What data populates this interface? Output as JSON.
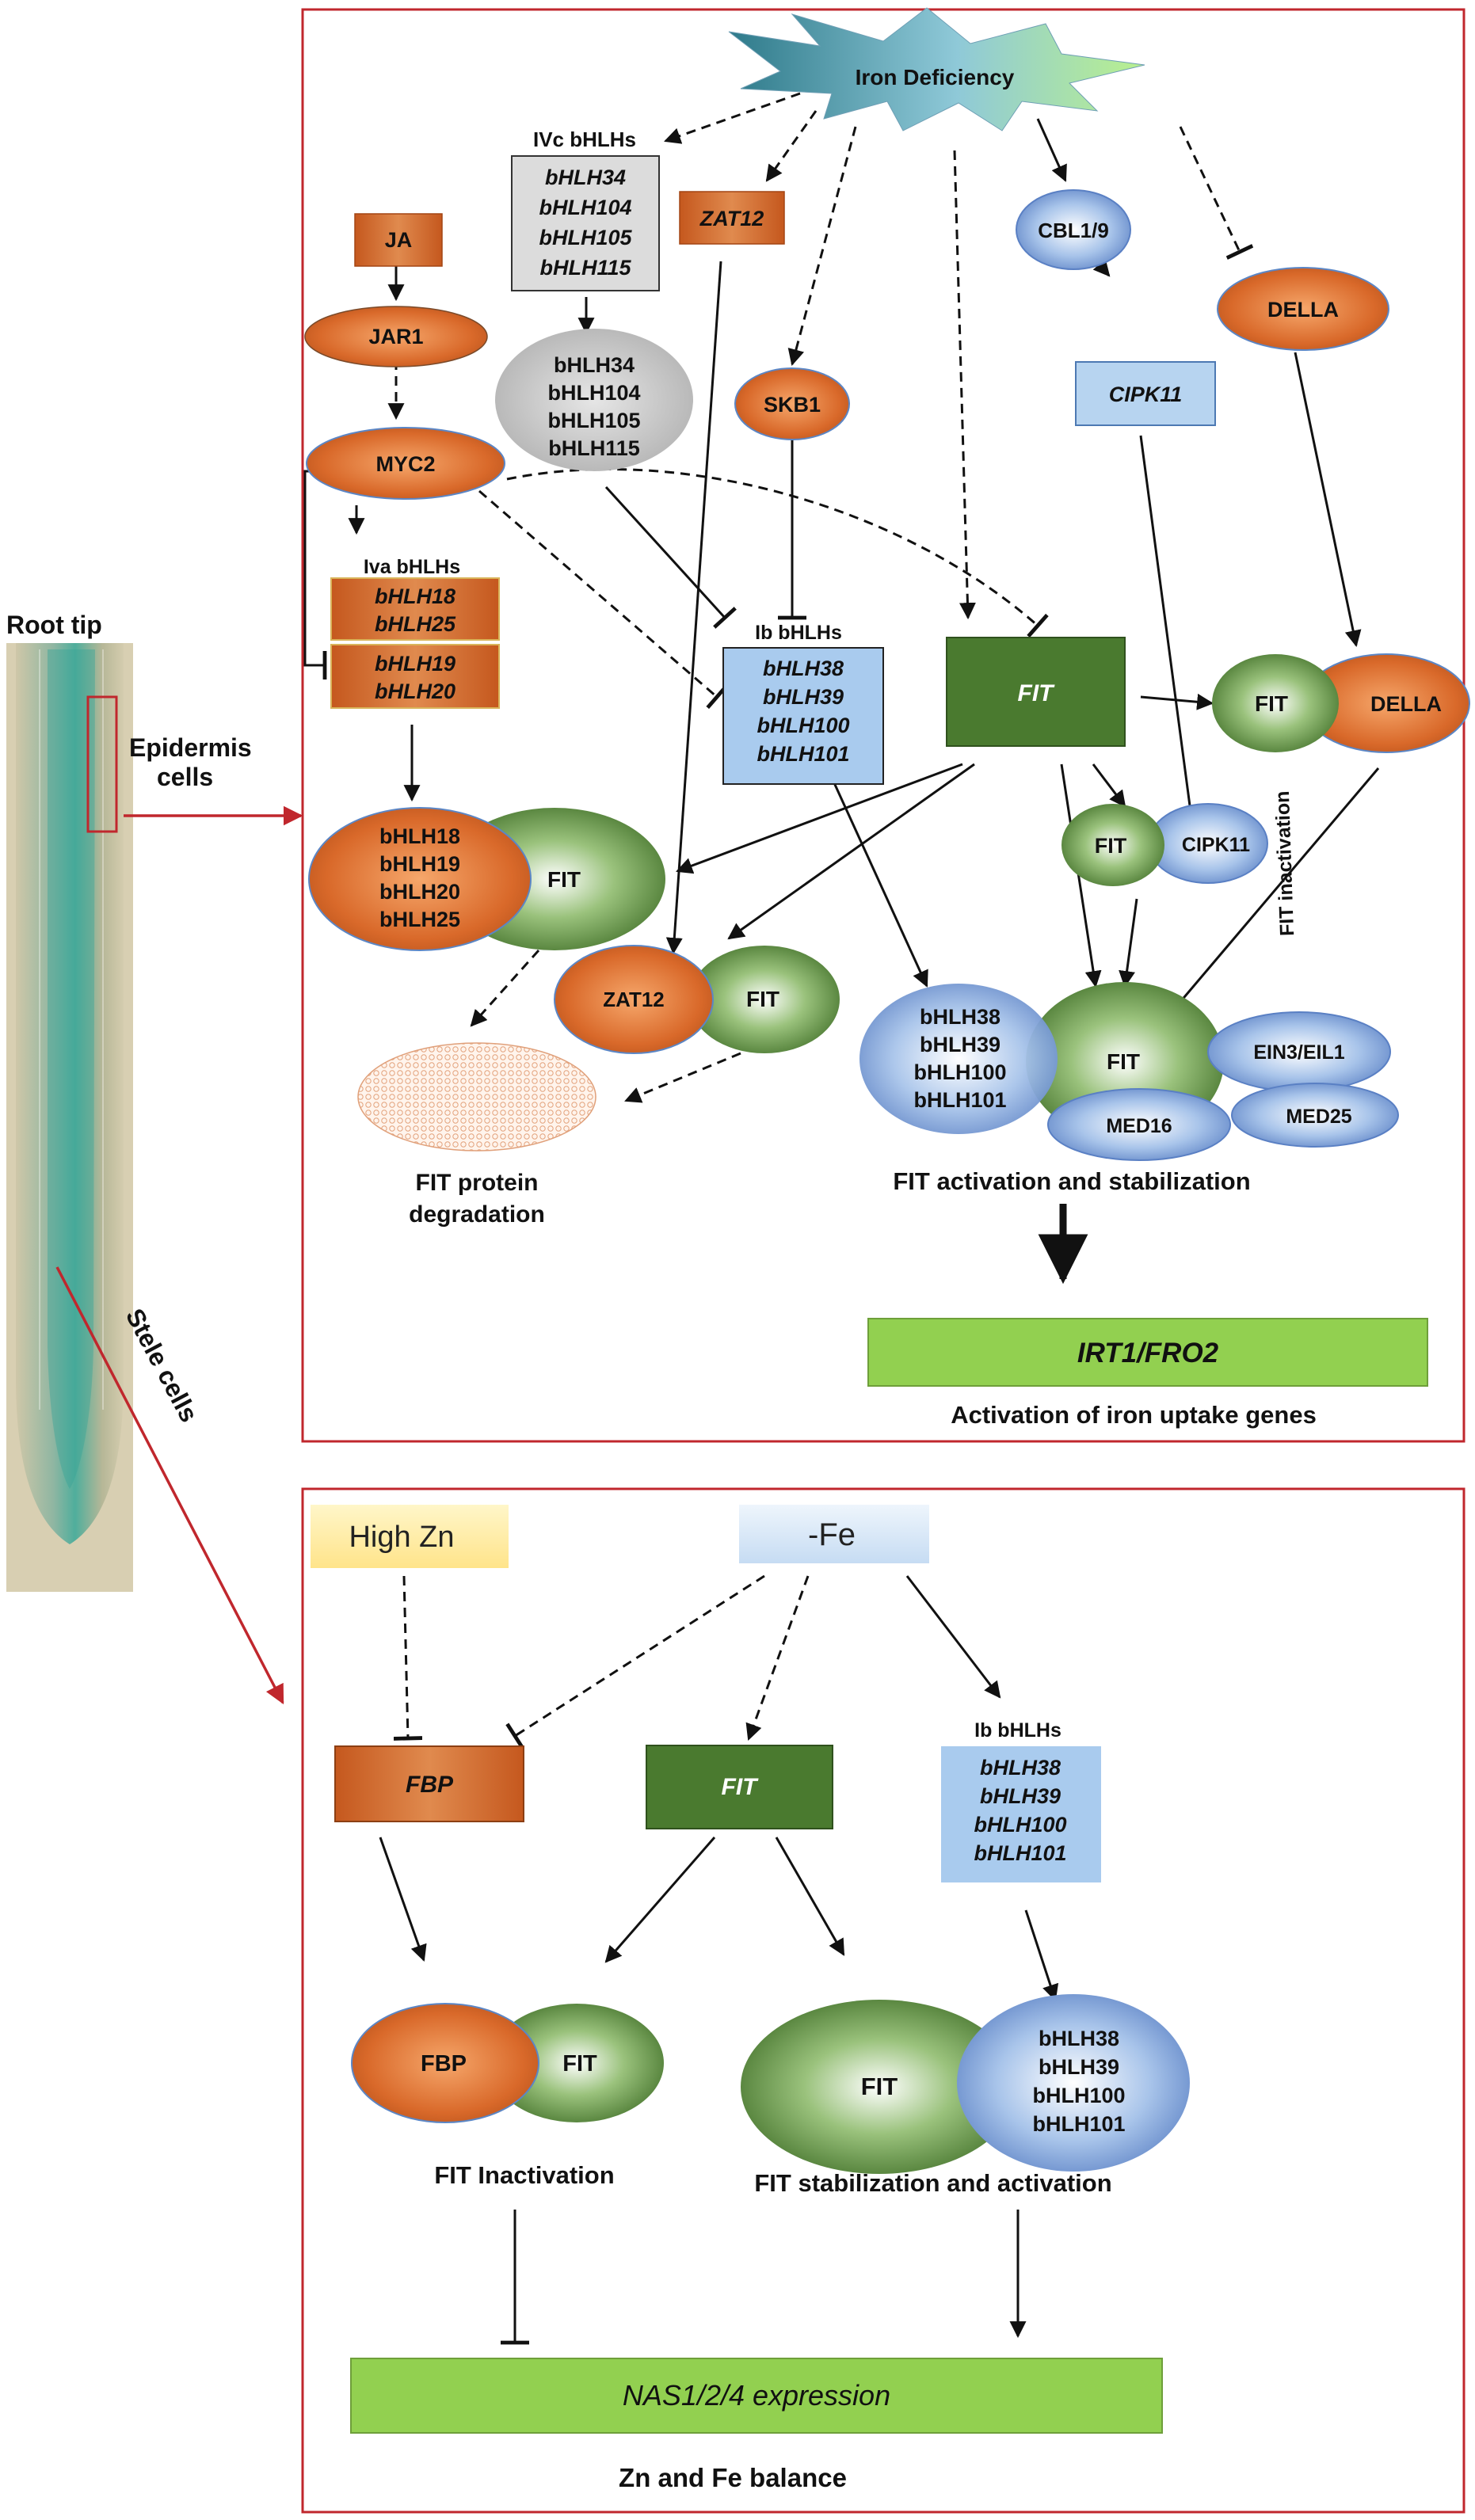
{
  "root": {
    "title": "Root tip",
    "epidermis_label": [
      "Epidermis",
      "cells"
    ],
    "stele_label": "Stele cells"
  },
  "top": {
    "stimulus": "Iron Deficiency",
    "ivc_title": "IVc bHLHs",
    "ivc_genes": [
      "bHLH34",
      "bHLH104",
      "bHLH105",
      "bHLH115"
    ],
    "ivc_proteins": [
      "bHLH34",
      "bHLH104",
      "bHLH105",
      "bHLH115"
    ],
    "zat12_gene": "ZAT12",
    "skb1": "SKB1",
    "cbl": "CBL1/9",
    "cipk_gene": "CIPK11",
    "della": "DELLA",
    "ja": "JA",
    "jar1": "JAR1",
    "myc2": "MYC2",
    "iva_title": "Iva bHLHs",
    "iva_genes_a": [
      "bHLH18",
      "bHLH25"
    ],
    "iva_genes_b": [
      "bHLH19",
      "bHLH20"
    ],
    "ib_title": "Ib bHLHs",
    "ib_genes": [
      "bHLH38",
      "bHLH39",
      "bHLH100",
      "bHLH101"
    ],
    "fit_gene": "FIT",
    "fit": "FIT",
    "iva_proteins": [
      "bHLH18",
      "bHLH19",
      "bHLH20",
      "bHLH25"
    ],
    "zat12": "ZAT12",
    "cipk11": "CIPK11",
    "ib_proteins": [
      "bHLH38",
      "bHLH39",
      "bHLH100",
      "bHLH101"
    ],
    "ein3": "EIN3/EIL1",
    "med16": "MED16",
    "med25": "MED25",
    "fit_inactivation_side": "FIT inactivation",
    "degradation_label": [
      "FIT protein",
      "degradation"
    ],
    "activation_label": "FIT activation and stabilization",
    "target_genes": "IRT1/FRO2",
    "target_caption": "Activation of iron uptake genes"
  },
  "bottom": {
    "high_zn": "High Zn",
    "minus_fe": "-Fe",
    "ib_title": "Ib bHLHs",
    "ib_genes": [
      "bHLH38",
      "bHLH39",
      "bHLH100",
      "bHLH101"
    ],
    "fbp_gene": "FBP",
    "fit_gene": "FIT",
    "fbp": "FBP",
    "fit": "FIT",
    "ib_proteins": [
      "bHLH38",
      "bHLH39",
      "bHLH100",
      "bHLH101"
    ],
    "inactivation_label": "FIT Inactivation",
    "stabilization_label": "FIT stabilization and activation",
    "target_genes": "NAS1/2/4 expression",
    "caption": "Zn and Fe balance"
  },
  "colors": {
    "frame_red": "#c0272d",
    "orange": "#d9692a",
    "fit_green": "#4a7a2f",
    "light_green_box": "#92d050",
    "light_blue": "#9cc3e6",
    "grey": "#bfbfbf"
  }
}
